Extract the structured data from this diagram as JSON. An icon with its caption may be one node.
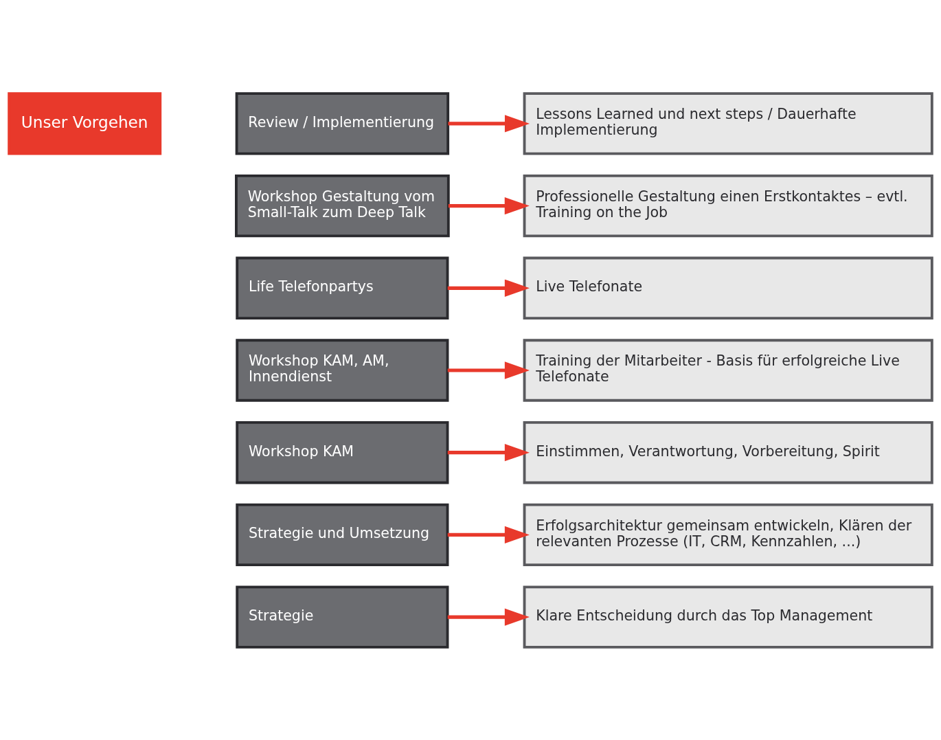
{
  "diagram": {
    "nodes": [
      {
        "text": [
          "Review / Implementierung"
        ]
      },
      {
        "text": [
          "Lessons Learned und next steps / Dauerhafte Implementierung"
        ]
      },
      {
        "text": [
          "Workshop Gestaltung vom Small-Talk zum Deep Talk"
        ]
      },
      {
        "text": [
          "Professionelle Gestaltung einen Erstkontaktes – evtl. Training on the Job"
        ]
      },
      {
        "text": [
          "Life Telefonpartys"
        ]
      },
      {
        "text": [
          "Live Telefonate"
        ]
      },
      {
        "text": [
          "Workshop KAM, AM, Innendienst"
        ]
      },
      {
        "text": [
          "Training der Mitarbeiter - Basis für erfolgreiche Live Telefonate"
        ]
      },
      {
        "text": [
          "Workshop KAM"
        ]
      },
      {
        "text": [
          "Einstimmen, Verantwortung, Vorbereitung, Spirit"
        ]
      },
      {
        "text": [
          "Strategie und Umsetzung"
        ]
      },
      {
        "text": [
          "Erfolgsarchitektur gemeinsam entwickeln, Klären der relevanten Prozesse (IT, CRM, Kennzahlen, ...)"
        ]
      },
      {
        "text": [
          "Strategie"
        ]
      },
      {
        "text": [
          "Klare Entscheidung durch das Top Management"
        ]
      }
    ],
    "edges": [
      {
        "from": 0,
        "to": 1,
        "arrow": "to"
      },
      {
        "from": 2,
        "to": 3,
        "arrow": "to"
      },
      {
        "from": 4,
        "to": 5,
        "arrow": "to"
      },
      {
        "from": 6,
        "to": 7,
        "arrow": "to"
      },
      {
        "from": 8,
        "to": 9,
        "arrow": "to"
      },
      {
        "from": 10,
        "to": 11,
        "arrow": "to"
      },
      {
        "from": 12,
        "to": 13,
        "arrow": "to"
      }
    ],
    "labels": [
      "Unser Vorgehen"
    ]
  }
}
